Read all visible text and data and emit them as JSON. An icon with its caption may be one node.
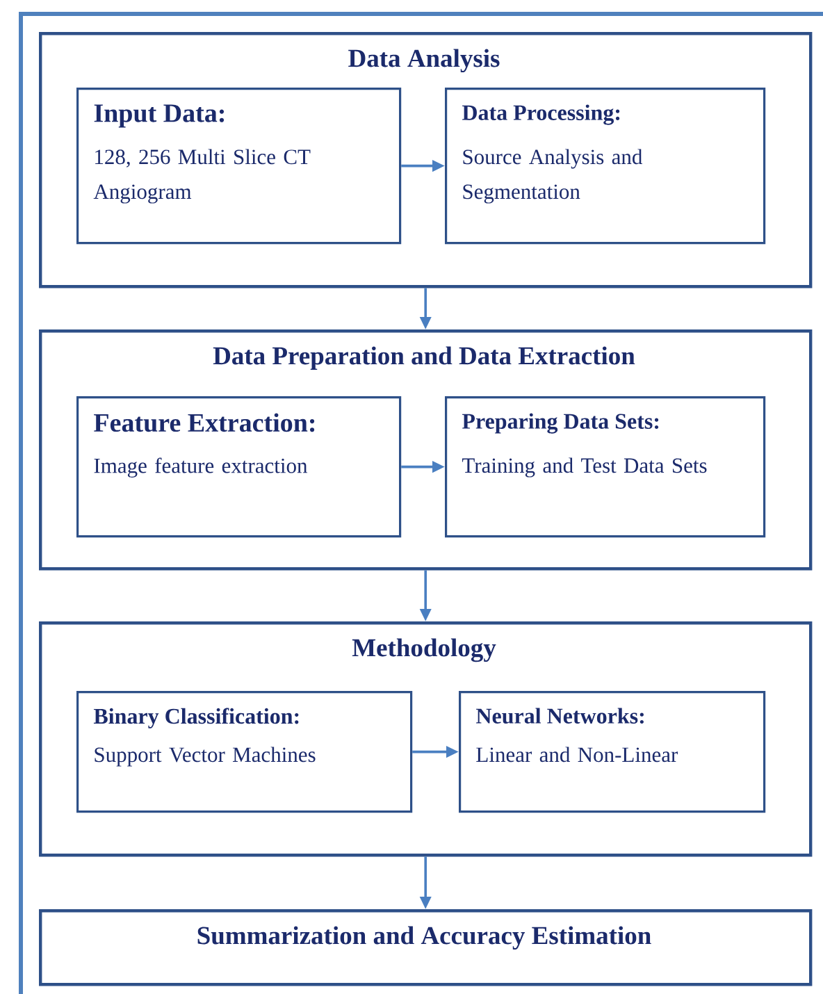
{
  "diagram": {
    "nodes": [
      {
        "text": [
          "Data Analysis"
        ]
      },
      {
        "text": [
          "Input Data:",
          "128, 256 Multi Slice CT Angiogram"
        ],
        "in": 0
      },
      {
        "text": [
          "Data Processing:",
          "Source Analysis and Segmentation"
        ],
        "in": 0
      },
      {
        "text": [
          "Data Preparation and Data Extraction"
        ]
      },
      {
        "text": [
          "Feature Extraction:",
          "Image feature extraction"
        ],
        "in": 3
      },
      {
        "text": [
          "Preparing Data Sets:",
          "Training and Test Data Sets"
        ],
        "in": 3
      },
      {
        "text": [
          "Methodology"
        ]
      },
      {
        "text": [
          "Binary Classification:",
          "Support Vector Machines"
        ],
        "in": 6
      },
      {
        "text": [
          "Neural Networks:",
          "Linear and Non-Linear"
        ],
        "in": 6
      },
      {
        "text": [
          "Summarization and Accuracy Estimation"
        ]
      }
    ],
    "edges": [
      {
        "from": 1,
        "to": 2,
        "arrow": "to"
      },
      {
        "from": 0,
        "to": 3,
        "arrow": "to"
      },
      {
        "from": 4,
        "to": 5,
        "arrow": "to"
      },
      {
        "from": 3,
        "to": 6,
        "arrow": "to"
      },
      {
        "from": 7,
        "to": 8,
        "arrow": "to"
      },
      {
        "from": 6,
        "to": 9,
        "arrow": "to"
      }
    ]
  }
}
